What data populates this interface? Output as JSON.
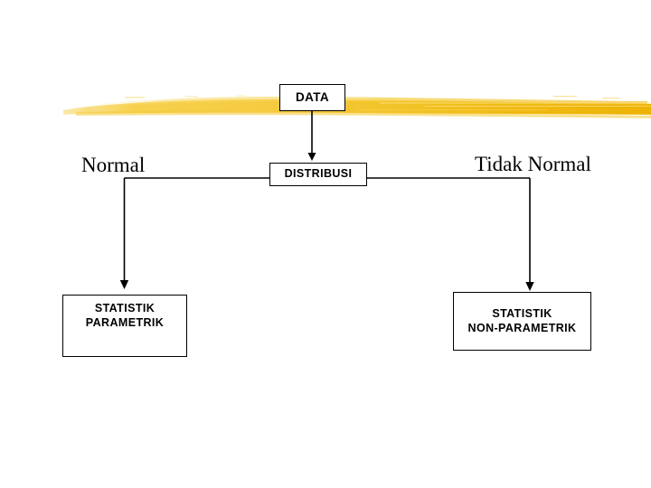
{
  "diagram": {
    "title_node": {
      "label": "DATA"
    },
    "decision_node": {
      "label": "DISTRIBUSI"
    },
    "branches": [
      {
        "label": "Normal"
      },
      {
        "label": "Tidak Normal"
      }
    ],
    "outcomes": [
      {
        "line1": "STATISTIK",
        "line2": "PARAMETRIK"
      },
      {
        "line1": "STATISTIK",
        "line2": "NON-PARAMETRIK"
      }
    ],
    "decoration": {
      "name": "yellow-brush-stroke",
      "color_light": "#F7D14E",
      "color_mid": "#F3C62F",
      "color_deep": "#EFB70D"
    },
    "colors": {
      "background": "#FFFFFF",
      "line": "#000000",
      "text": "#000000"
    }
  }
}
